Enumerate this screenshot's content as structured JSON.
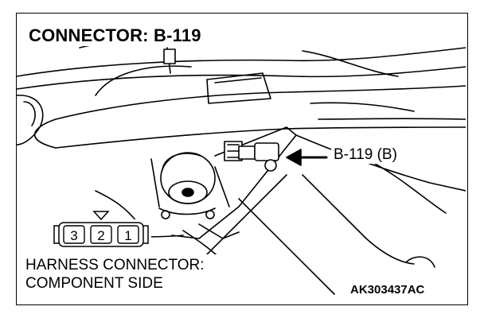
{
  "title": "CONNECTOR: B-119",
  "callout_label": "B-119 (B)",
  "caption": {
    "line1": "HARNESS CONNECTOR:",
    "line2": "COMPONENT SIDE"
  },
  "figure_code": "AK303437AC",
  "connector_terminals": [
    "3",
    "2",
    "1"
  ]
}
